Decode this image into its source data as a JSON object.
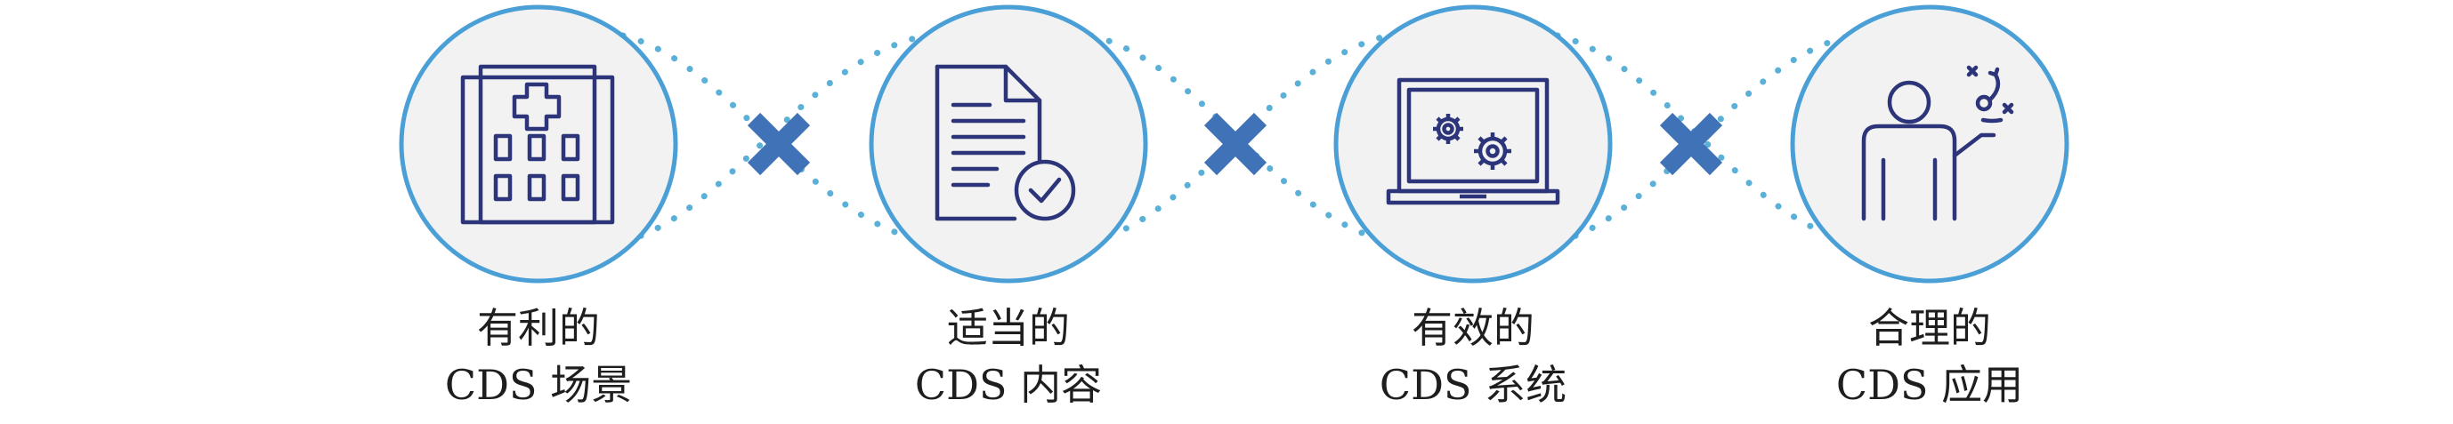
{
  "colors": {
    "ring": "#4a9fd6",
    "circle_fill": "#f2f2f2",
    "dots": "#5ab0d6",
    "cross": "#3f72b6",
    "icon": "#2d357a",
    "text": "#1e1e1e"
  },
  "nodes": [
    {
      "id": "scene",
      "icon": "hospital-building-icon",
      "line1": "有利的",
      "line2": "CDS 场景"
    },
    {
      "id": "content",
      "icon": "document-checkmark-icon",
      "line1": "适当的",
      "line2": "CDS 内容"
    },
    {
      "id": "system",
      "icon": "laptop-gears-icon",
      "line1": "有效的",
      "line2": "CDS 系统"
    },
    {
      "id": "use",
      "icon": "person-strategy-icon",
      "line1": "合理的",
      "line2": "CDS 应用"
    }
  ],
  "connectors": [
    "cross-icon",
    "cross-icon",
    "cross-icon"
  ]
}
